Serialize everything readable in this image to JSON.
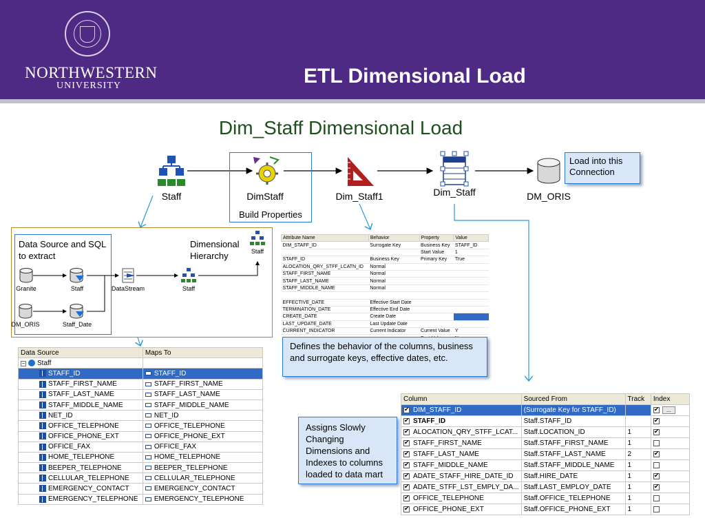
{
  "header": {
    "logo_line1": "NORTHWESTERN",
    "logo_line2": "UNIVERSITY",
    "title": "ETL Dimensional Load"
  },
  "subtitle": "Dim_Staff Dimensional Load",
  "flow": {
    "nodes": [
      {
        "label": "Staff",
        "icon": "hierarchy-icon"
      },
      {
        "label": "DimStaff",
        "icon": "gear-icon"
      },
      {
        "label": "Dim_Staff1",
        "icon": "triangle-ruler-icon"
      },
      {
        "label": "Dim_Staff",
        "icon": "table-icon"
      },
      {
        "label": "DM_ORIS",
        "icon": "database-icon"
      }
    ],
    "build_properties": "Build Properties",
    "load_callout": "Load into this Connection"
  },
  "source_frame": {
    "source_callout": "Data Source and SQL to extract",
    "hierarchy_label": "Dimensional Hierarchy",
    "nodes": [
      "Granite",
      "Staff",
      "DM_ORIS",
      "Staff_Date",
      "DataStream",
      "Staff",
      "Staff"
    ]
  },
  "properties_table": {
    "headers": [
      "Attribute Name",
      "Behavior",
      "Property",
      "Value"
    ],
    "rows": [
      [
        "DIM_STAFF_ID",
        "Surrogate Key",
        "Business Key",
        "STAFF_ID"
      ],
      [
        "",
        "",
        "Start Value",
        "1"
      ],
      [
        "STAFF_ID",
        "Business Key",
        "Primary Key",
        "True"
      ],
      [
        "ALOCATION_QRY_STFF_LCATN_ID",
        "Normal",
        "",
        ""
      ],
      [
        "STAFF_FIRST_NAME",
        "Normal",
        "",
        ""
      ],
      [
        "STAFF_LAST_NAME",
        "Normal",
        "",
        ""
      ],
      [
        "STAFF_MIDDLE_NAME",
        "Normal",
        "",
        ""
      ],
      [
        "",
        "",
        "",
        ""
      ],
      [
        "EFFECTIVE_DATE",
        "Effective Start Date",
        "",
        ""
      ],
      [
        "TERMINATION_DATE",
        "Effective End Date",
        "",
        ""
      ],
      [
        "CREATE_DATE",
        "Create Date",
        "",
        ""
      ],
      [
        "LAST_UPDATE_DATE",
        "Last Update Date",
        "",
        ""
      ],
      [
        "CURRENT_INDICATOR",
        "Current Indicator",
        "Current Value",
        "Y"
      ],
      [
        "",
        "",
        "Past Value",
        "N"
      ]
    ]
  },
  "behavior_callout": "Defines the behavior of the columns, business and surrogate keys, effective dates, etc.",
  "scd_callout": "Assigns Slowly Changing Dimensions and Indexes to columns loaded to data mart",
  "mapping_table": {
    "headers": [
      "Data Source",
      "Maps To"
    ],
    "root": "Staff",
    "rows": [
      [
        "STAFF_ID",
        "STAFF_ID"
      ],
      [
        "STAFF_FIRST_NAME",
        "STAFF_FIRST_NAME"
      ],
      [
        "STAFF_LAST_NAME",
        "STAFF_LAST_NAME"
      ],
      [
        "STAFF_MIDDLE_NAME",
        "STAFF_MIDDLE_NAME"
      ],
      [
        "NET_ID",
        "NET_ID"
      ],
      [
        "OFFICE_TELEPHONE",
        "OFFICE_TELEPHONE"
      ],
      [
        "OFFICE_PHONE_EXT",
        "OFFICE_PHONE_EXT"
      ],
      [
        "OFFICE_FAX",
        "OFFICE_FAX"
      ],
      [
        "HOME_TELEPHONE",
        "HOME_TELEPHONE"
      ],
      [
        "BEEPER_TELEPHONE",
        "BEEPER_TELEPHONE"
      ],
      [
        "CELLULAR_TELEPHONE",
        "CELLULAR_TELEPHONE"
      ],
      [
        "EMERGENCY_CONTACT",
        "EMERGENCY_CONTACT"
      ],
      [
        "EMERGENCY_TELEPHONE",
        "EMERGENCY_TELEPHONE"
      ]
    ]
  },
  "dim_table": {
    "headers": [
      "Column",
      "Sourced From",
      "Track",
      "Index"
    ],
    "ellipsis": "...",
    "rows": [
      {
        "col": "DIM_STAFF_ID",
        "src": "(Surrogate Key for STAFF_ID)",
        "track": "",
        "index": true
      },
      {
        "col": "STAFF_ID",
        "src": "Staff.STAFF_ID",
        "track": "",
        "index": true
      },
      {
        "col": "ALOCATION_QRY_STFF_LCAT...",
        "src": "Staff.LOCATION_ID",
        "track": "1",
        "index": true
      },
      {
        "col": "STAFF_FIRST_NAME",
        "src": "Staff.STAFF_FIRST_NAME",
        "track": "1",
        "index": false
      },
      {
        "col": "STAFF_LAST_NAME",
        "src": "Staff.STAFF_LAST_NAME",
        "track": "2",
        "index": true
      },
      {
        "col": "STAFF_MIDDLE_NAME",
        "src": "Staff.STAFF_MIDDLE_NAME",
        "track": "1",
        "index": false
      },
      {
        "col": "ADATE_STAFF_HIRE_DATE_ID",
        "src": "Staff.HIRE_DATE",
        "track": "1",
        "index": true
      },
      {
        "col": "ADATE_STFF_LST_EMPLY_DA...",
        "src": "Staff.LAST_EMPLOY_DATE",
        "track": "1",
        "index": true
      },
      {
        "col": "OFFICE_TELEPHONE",
        "src": "Staff.OFFICE_TELEPHONE",
        "track": "1",
        "index": false
      },
      {
        "col": "OFFICE_PHONE_EXT",
        "src": "Staff.OFFICE_PHONE_EXT",
        "track": "1",
        "index": false
      }
    ]
  },
  "colors": {
    "purple": "#4e2a84",
    "callout_border": "#2b7bd6",
    "selection": "#316ac5"
  }
}
